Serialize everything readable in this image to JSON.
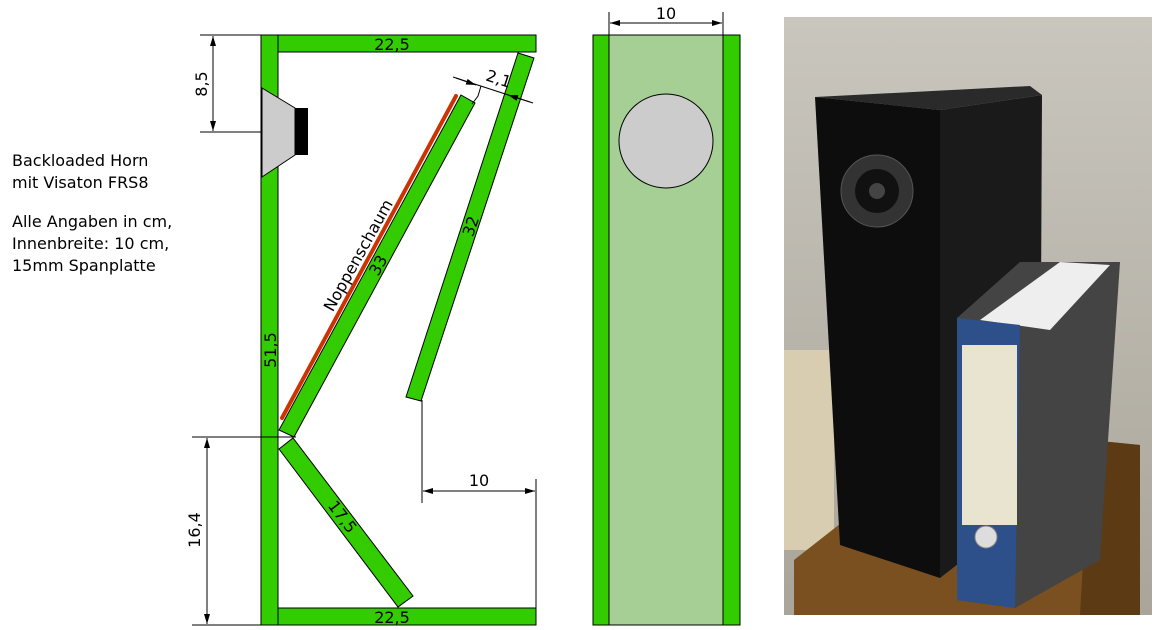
{
  "notes": {
    "title_line1": "Backloaded Horn",
    "title_line2": "mit Visaton FRS8",
    "info_line1": "Alle Angaben in cm,",
    "info_line2": "Innenbreite: 10 cm,",
    "info_line3": "15mm Spanplatte"
  },
  "side_view": {
    "top_panel": "22,5",
    "bottom_panel": "22,5",
    "back_panel": "51,5",
    "speaker_offset": "8,5",
    "lower_height": "16,4",
    "gap": "2,1",
    "panel_33": "33",
    "panel_32": "32",
    "panel_17_5": "17,5",
    "damping_label": "Noppenschaum",
    "mouth_width": "10"
  },
  "front_view": {
    "inner_width": "10"
  },
  "colors": {
    "panel": "#33cc00",
    "front_fill": "#a5cf94",
    "damping": "#cc3300",
    "speaker": "#cccccc"
  }
}
